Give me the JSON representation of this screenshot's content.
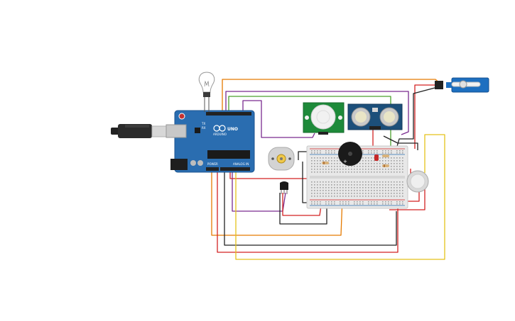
{
  "colors": {
    "board": "#2a6db0",
    "breadboard": "#e8e8e8",
    "pir_board": "#1e8a3a",
    "ultrasonic_board": "#1c4f7a",
    "servo_body": "#1d6fc0",
    "wire_red": "#d32222",
    "wire_black": "#222222",
    "wire_orange": "#e57a00",
    "wire_purple": "#7a2b8f",
    "wire_green": "#4aa02c",
    "wire_yellow": "#e5c21a"
  },
  "arduino": {
    "model_label": "UNO",
    "brand_label": "ARDUINO",
    "tx_label": "TX",
    "rx_label": "RX",
    "analog_label": "ANALOG IN",
    "power_label": "POWER"
  },
  "components": {
    "bulb": "light-bulb-icon",
    "usb": "usb-cable-icon",
    "motor": "dc-motor-icon",
    "buzzer": "piezo-buzzer-icon",
    "pir": "pir-sensor-icon",
    "ultrasonic": "ultrasonic-sensor-icon",
    "servo": "servo-motor-icon",
    "gas_sensor": "gas-sensor-icon",
    "transistor": "transistor-icon"
  }
}
